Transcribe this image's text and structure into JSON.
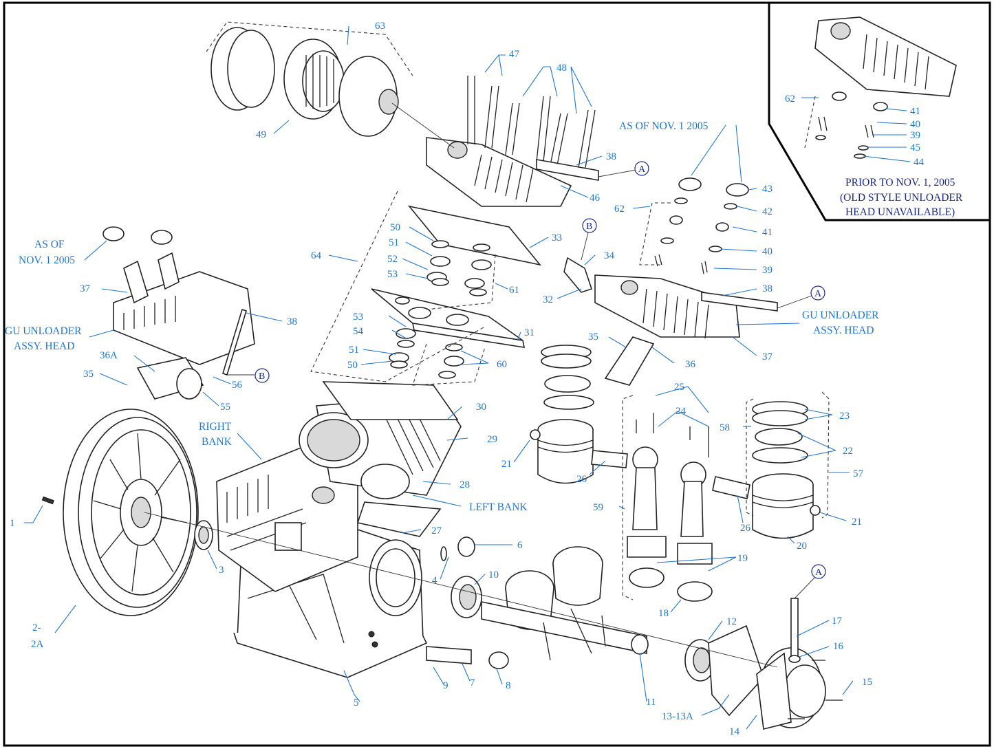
{
  "callouts": {
    "c1": "1",
    "c2": "2-",
    "c2a": "2A",
    "c3": "3",
    "c4": "4",
    "c5": "5",
    "c6": "6",
    "c7": "7",
    "c8": "8",
    "c9": "9",
    "c10": "10",
    "c11": "11",
    "c12": "12",
    "c13": "13-13A",
    "c14": "14",
    "c15": "15",
    "c16": "16",
    "c17": "17",
    "c18": "18",
    "c19": "19",
    "c20": "20",
    "c21a": "21",
    "c21b": "21",
    "c22": "22",
    "c23": "23",
    "c24": "24",
    "c25": "25",
    "c26a": "26",
    "c26b": "26",
    "c27": "27",
    "c28": "28",
    "c29": "29",
    "c30": "30",
    "c31": "31",
    "c32": "32",
    "c33": "33",
    "c34": "34",
    "c35a": "35",
    "c35b": "35",
    "c36": "36",
    "c36a": "36A",
    "c37a": "37",
    "c37b": "37",
    "c38a": "38",
    "c38b": "38",
    "c38c": "38",
    "c39a": "39",
    "c39b": "39",
    "c40a": "40",
    "c40b": "40",
    "c41a": "41",
    "c41b": "41",
    "c42": "42",
    "c43": "43",
    "c44": "44",
    "c45": "45",
    "c46": "46",
    "c47": "47",
    "c48": "48",
    "c49": "49",
    "c50a": "50",
    "c50b": "50",
    "c51a": "51",
    "c51b": "51",
    "c52": "52",
    "c53a": "53",
    "c53b": "53",
    "c54": "54",
    "c55": "55",
    "c56": "56",
    "c57": "57",
    "c58": "58",
    "c59": "59",
    "c60": "60",
    "c61": "61",
    "c62a": "62",
    "c62b": "62",
    "c63": "63",
    "c64": "64"
  },
  "notes": {
    "as_of_1_line1": "AS OF",
    "as_of_1_line2": "NOV. 1 2005",
    "as_of_2": "AS OF NOV. 1 2005",
    "gu_left_line1": "GU UNLOADER",
    "gu_left_line2": "ASSY. HEAD",
    "gu_right_line1": "GU UNLOADER",
    "gu_right_line2": "ASSY. HEAD",
    "right_bank_line1": "RIGHT",
    "right_bank_line2": "BANK",
    "left_bank": "LEFT BANK",
    "prior_line1": "PRIOR TO NOV. 1, 2005",
    "prior_line2": "(OLD STYLE UNLOADER",
    "prior_line3": "HEAD UNAVAILABLE)"
  },
  "connectors": {
    "a1": "A",
    "a2": "A",
    "a3": "A",
    "b1": "B",
    "b2": "B"
  }
}
